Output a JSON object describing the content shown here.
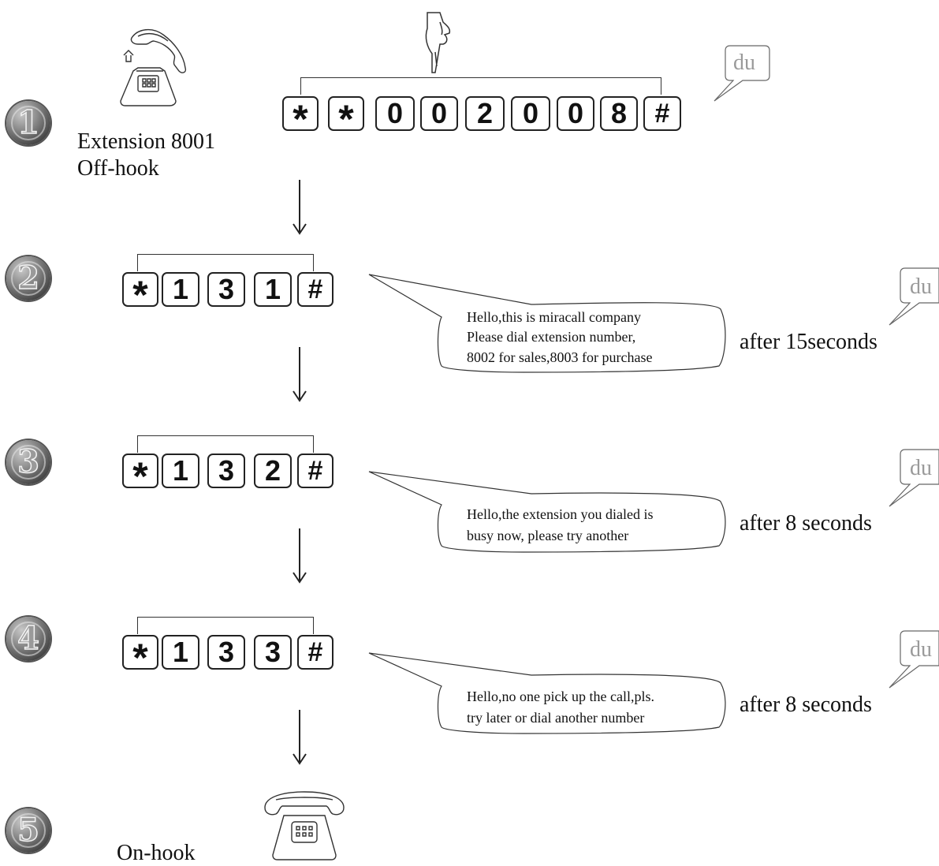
{
  "steps": [
    {
      "num": "1"
    },
    {
      "num": "2"
    },
    {
      "num": "3"
    },
    {
      "num": "4"
    },
    {
      "num": "5"
    }
  ],
  "step1": {
    "line1": "Extension 8001",
    "line2": "Off-hook",
    "keys": [
      "*",
      "*",
      "0",
      "0",
      "2",
      "0",
      "0",
      "8",
      "#"
    ],
    "sound": "du"
  },
  "step2": {
    "keys": [
      "*",
      "1",
      "3",
      "1",
      "#"
    ],
    "message": [
      "Hello,this is miracall company",
      "Please dial extension number,",
      "8002 for sales,8003 for purchase"
    ],
    "after": "after 15seconds",
    "sound": "du"
  },
  "step3": {
    "keys": [
      "*",
      "1",
      "3",
      "2",
      "#"
    ],
    "message": [
      "Hello,the extension you dialed is",
      "busy now, please try another"
    ],
    "after": "after 8 seconds",
    "sound": "du"
  },
  "step4": {
    "keys": [
      "*",
      "1",
      "3",
      "3",
      "#"
    ],
    "message": [
      "Hello,no one pick up the call,pls.",
      "try later or dial another number"
    ],
    "after": "after 8 seconds",
    "sound": "du"
  },
  "step5": {
    "label": "On-hook"
  },
  "icons": {
    "phone_offhook": "phone-offhook-icon",
    "phone_onhook": "phone-onhook-icon",
    "finger": "pointing-finger-icon"
  }
}
